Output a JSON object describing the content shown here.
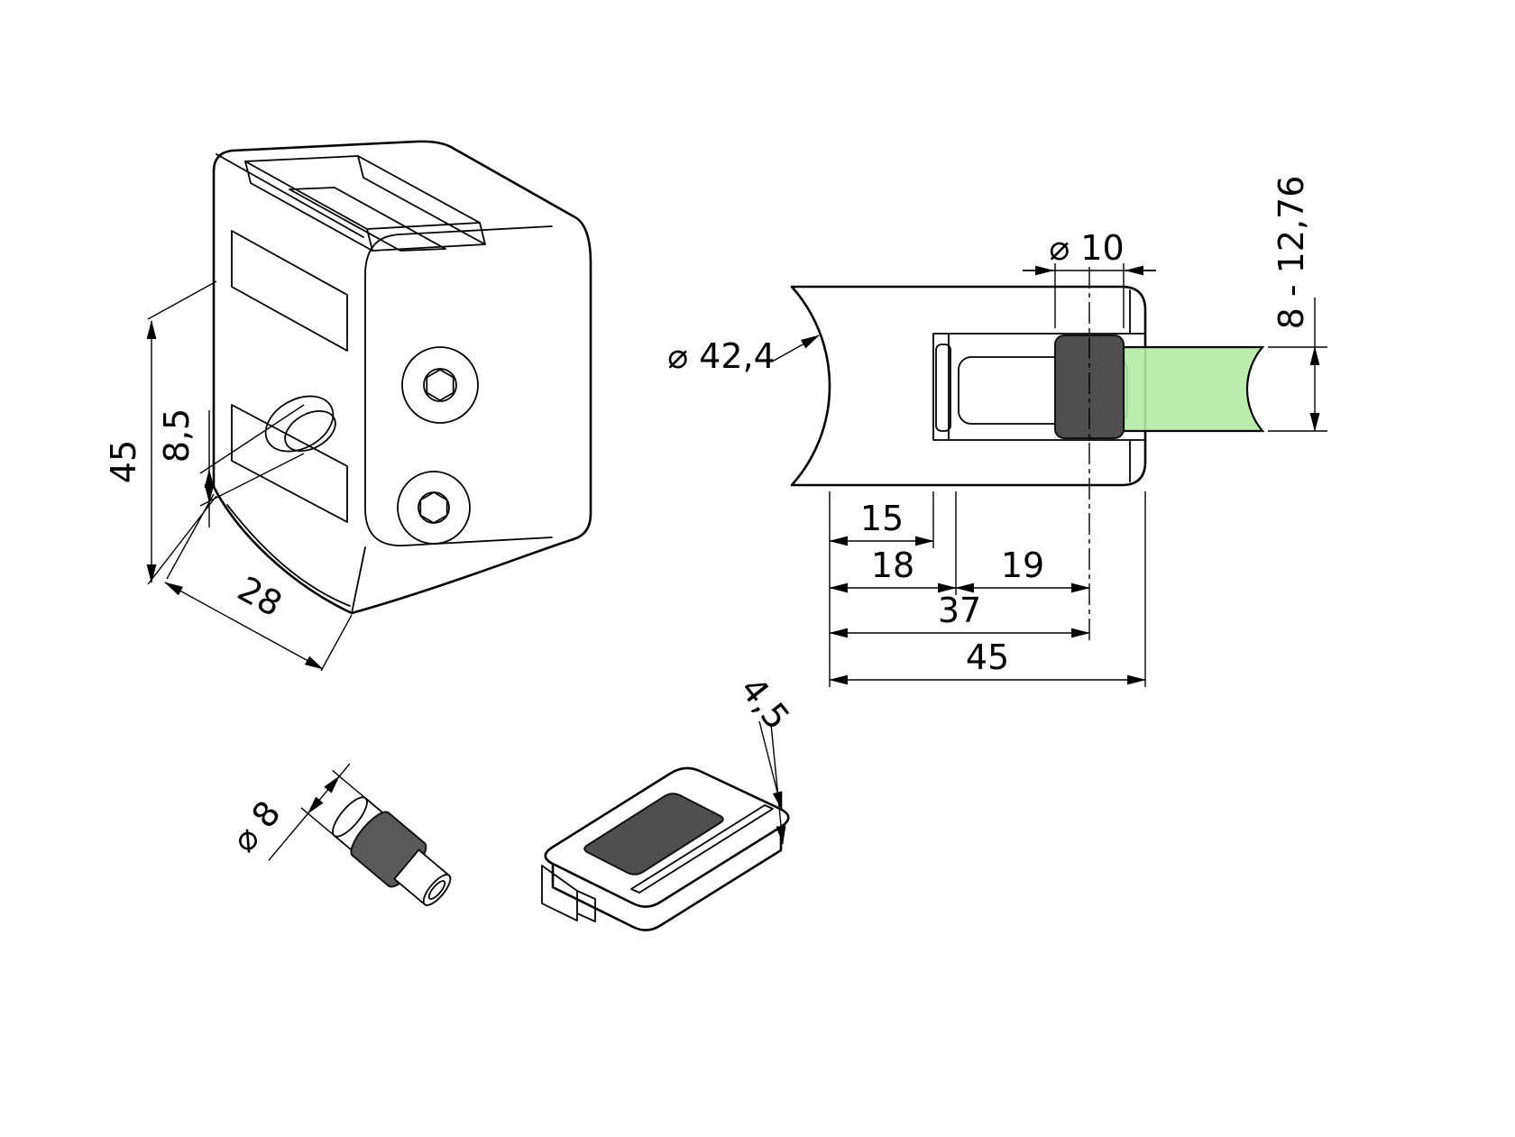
{
  "colors": {
    "background": "#ffffff",
    "line": "#000000",
    "glass": "#b6e9a5",
    "glass_inner": "#dcf4cd",
    "rubber": "#4f4f4f",
    "rubber_sleeve": "#5a5a5a"
  },
  "views": {
    "isometric": {
      "dim_height": "45",
      "dim_pin_hole": "8,5",
      "dim_depth": "28"
    },
    "section": {
      "dim_post_diameter": "⌀ 42,4",
      "dim_pin_diameter": "⌀ 10",
      "dim_glass_thickness": "8 - 12,76",
      "dim_slot_depth": "15",
      "dim_glass_edge": "18",
      "dim_pin_to_glass": "19",
      "dim_pin_center": "37",
      "dim_body_width": "45"
    },
    "pin": {
      "dim_diameter": "⌀ 8"
    },
    "gasket": {
      "dim_thickness": "4,5"
    }
  }
}
